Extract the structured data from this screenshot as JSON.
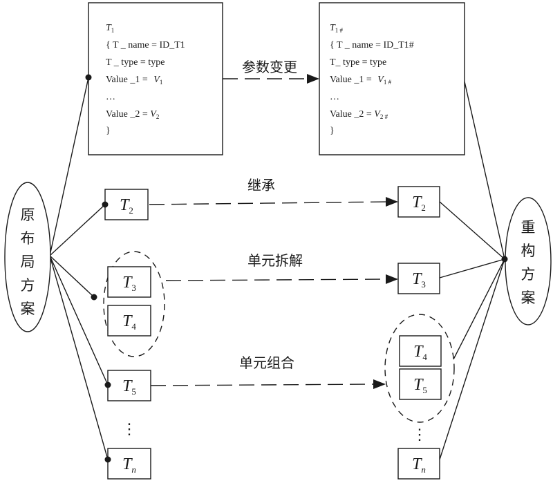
{
  "left_ellipse": {
    "chars": [
      "原",
      "布",
      "局",
      "方",
      "案"
    ]
  },
  "right_ellipse": {
    "chars": [
      "重",
      "构",
      "方",
      "案"
    ]
  },
  "edge_labels": {
    "param_change": "参数变更",
    "inherit": "继承",
    "split": "单元拆解",
    "combine": "单元组合"
  },
  "left_code": {
    "title": "T",
    "title_sub": "1",
    "open": "{ T _ name = ID_T1",
    "type": "T _ type = type",
    "value1_prefix": "Value _1 = ",
    "value1_var": "V",
    "value1_sub": "1",
    "ellipsis": "…",
    "value2_prefix": "Value _2 = ",
    "value2_var": "V",
    "value2_sub": "2",
    "close": "}"
  },
  "right_code": {
    "title": "T",
    "title_sub": "1 #",
    "open": "{ T _ name = ID_T1#",
    "type": "T_ type = type",
    "value1_prefix": "Value _1 = ",
    "value1_var": "V",
    "value1_sub": "1 #",
    "ellipsis": "…",
    "value2_prefix": "Value _2 = ",
    "value2_var": "V",
    "value2_sub": "2 #",
    "close": "}"
  },
  "left_units": [
    {
      "letter": "T",
      "sub": "2"
    },
    {
      "letter": "T",
      "sub": "3"
    },
    {
      "letter": "T",
      "sub": "4"
    },
    {
      "letter": "T",
      "sub": "5"
    },
    {
      "letter": "T",
      "sub": "n"
    }
  ],
  "right_units": [
    {
      "letter": "T",
      "sub": "2"
    },
    {
      "letter": "T",
      "sub": "3"
    },
    {
      "letter": "T",
      "sub": "4"
    },
    {
      "letter": "T",
      "sub": "5"
    },
    {
      "letter": "T",
      "sub": "n"
    }
  ],
  "vertical_ellipsis": "⋮"
}
